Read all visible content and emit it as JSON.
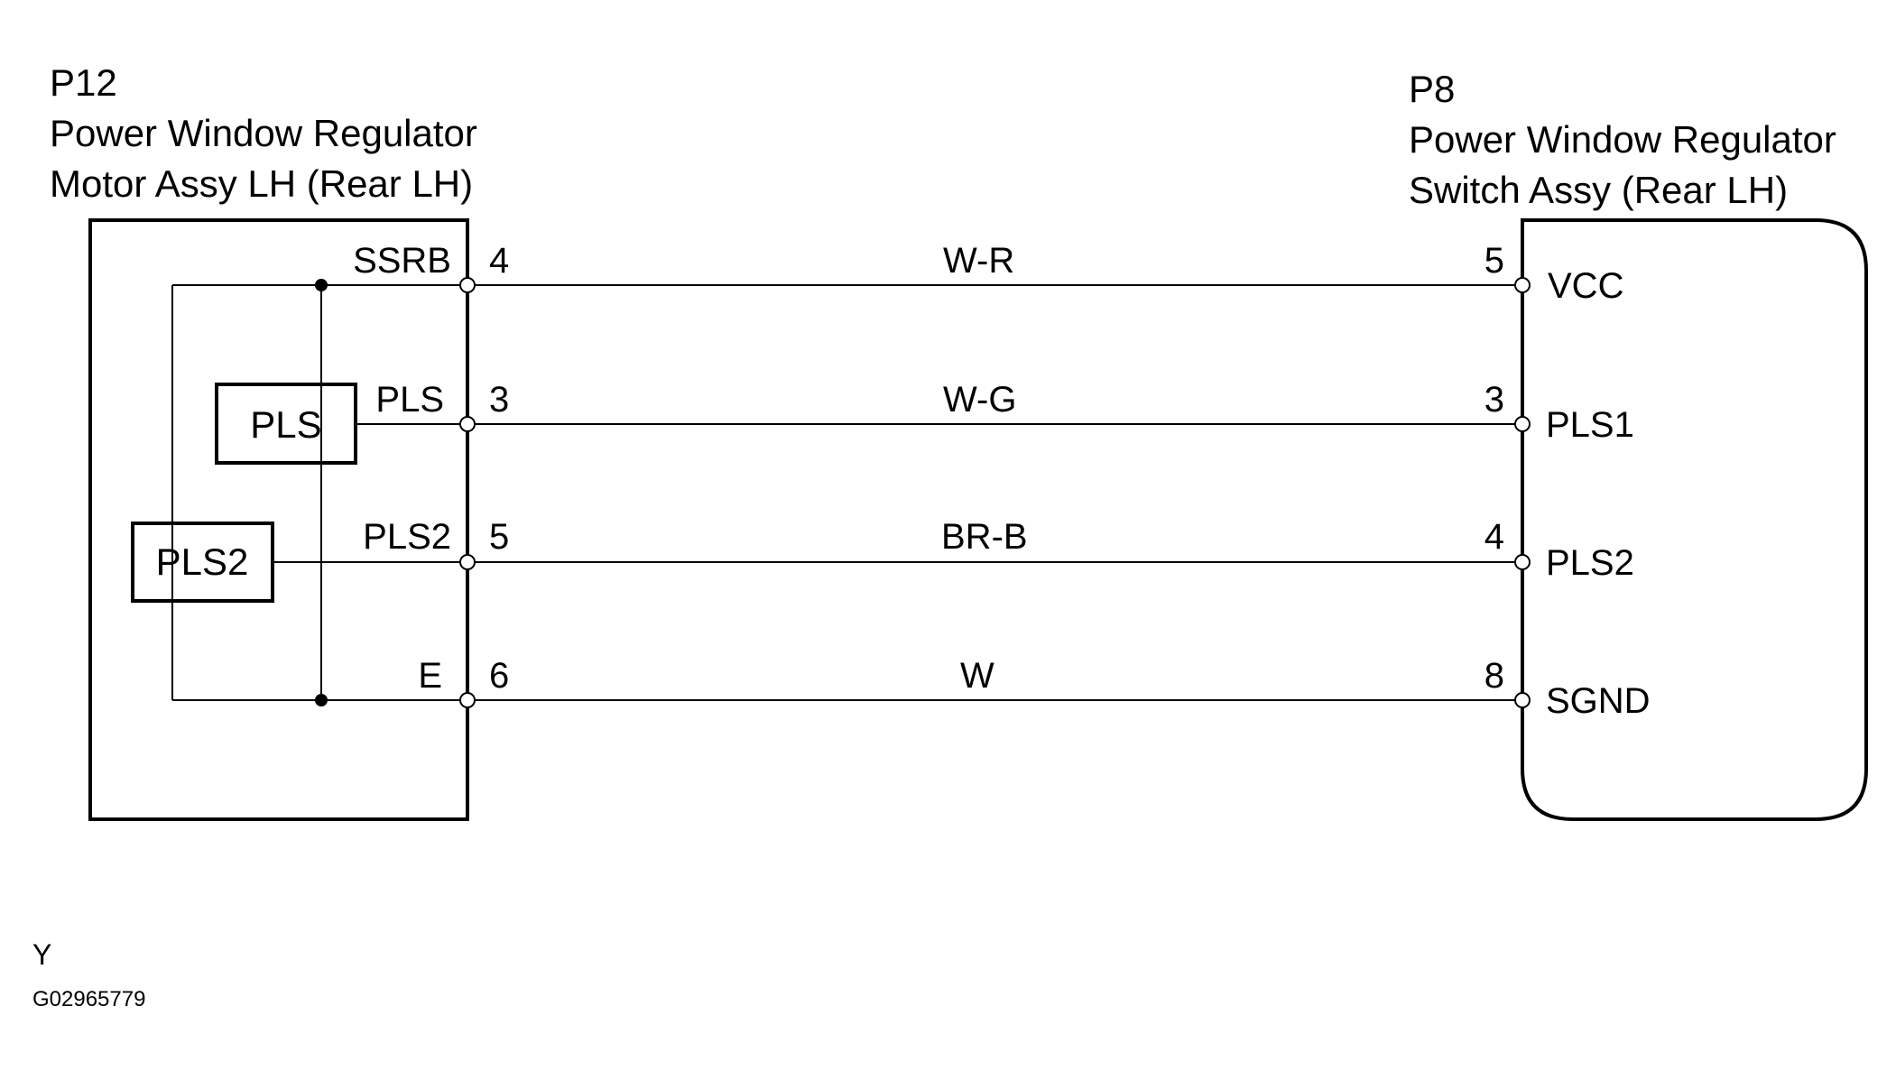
{
  "left_connector": {
    "code": "P12",
    "name_line1": "Power Window Regulator",
    "name_line2": "Motor Assy LH (Rear LH)",
    "components": [
      "PLS",
      "PLS2"
    ]
  },
  "right_connector": {
    "code": "P8",
    "name_line1": "Power Window Regulator",
    "name_line2": "Switch Assy (Rear LH)"
  },
  "wires": [
    {
      "left_signal": "SSRB",
      "left_pin": "4",
      "color": "W-R",
      "right_pin": "5",
      "right_signal": "VCC"
    },
    {
      "left_signal": "PLS",
      "left_pin": "3",
      "color": "W-G",
      "right_pin": "3",
      "right_signal": "PLS1"
    },
    {
      "left_signal": "PLS2",
      "left_pin": "5",
      "color": "BR-B",
      "right_pin": "4",
      "right_signal": "PLS2"
    },
    {
      "left_signal": "E",
      "left_pin": "6",
      "color": "W",
      "right_pin": "8",
      "right_signal": "SGND"
    }
  ],
  "footer": {
    "marker": "Y",
    "figure_id": "G02965779"
  }
}
